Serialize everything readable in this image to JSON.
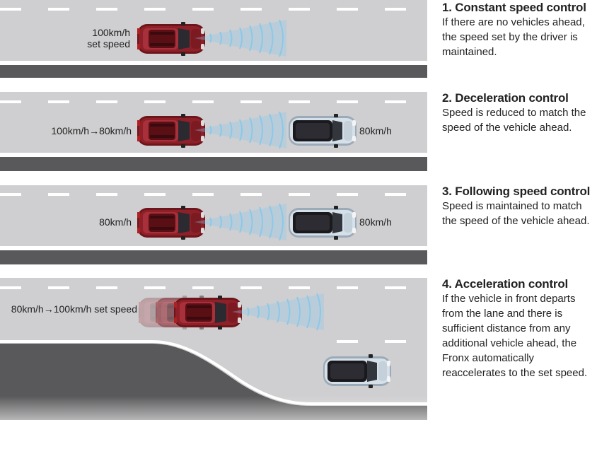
{
  "colors": {
    "road": "#cfcfd1",
    "shoulder": "#59595b",
    "red_car": "#7e1b22",
    "silver_car": "#cfd9e2",
    "radar": "#8cc8e8"
  },
  "steps": [
    {
      "title": "1. Constant speed control",
      "description": "If there are no vehicles ahead, the speed set by the driver is maintained.",
      "speed_label_line1": "100km/h",
      "speed_label_line2": "set speed"
    },
    {
      "title": "2. Deceleration control",
      "description": "Speed is reduced to match the speed of the vehicle ahead.",
      "speed_label": "100km/h→80km/h",
      "lead_speed_label": "80km/h"
    },
    {
      "title": "3. Following speed control",
      "description": "Speed is maintained to match the speed of the vehicle ahead.",
      "speed_label": "80km/h",
      "lead_speed_label": "80km/h"
    },
    {
      "title": "4. Acceleration control",
      "description": "If the vehicle in front departs from the lane and there is sufficient distance from any additional vehicle ahead, the Fronx automatically reaccelerates to the set speed.",
      "speed_label": "80km/h→100km/h set speed"
    }
  ]
}
